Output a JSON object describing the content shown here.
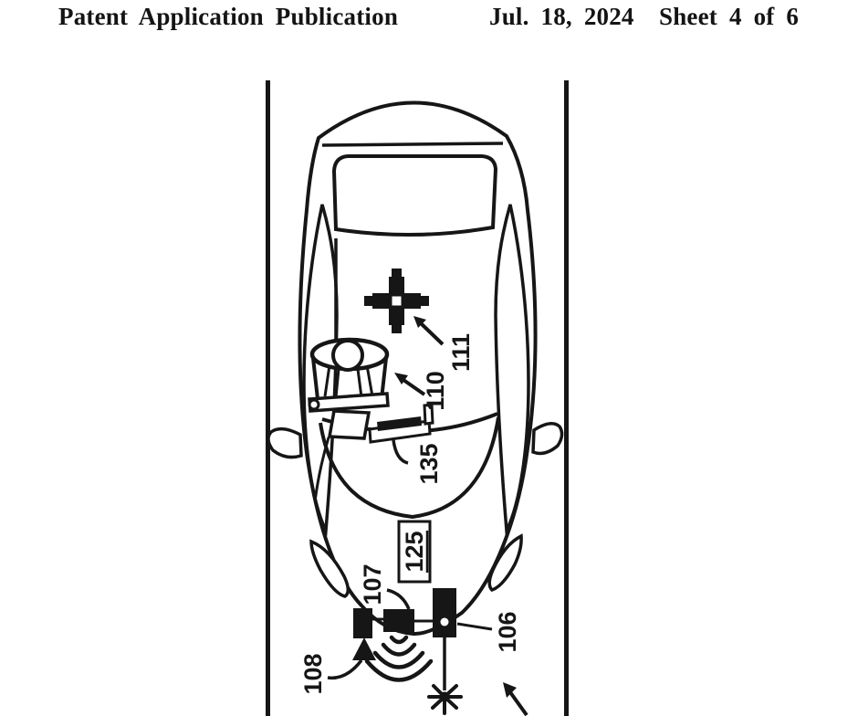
{
  "header": {
    "publication": "Patent Application Publication",
    "date": "Jul. 18, 2024",
    "sheet": "Sheet 4 of 6"
  },
  "figure": {
    "ink_color": "#161616",
    "paper_color": "#ffffff",
    "labels": {
      "interior_sensor": "111",
      "child_seat": "110",
      "dashboard_module": "135",
      "control_unit": "125",
      "front_center_sensor": "107",
      "front_corner_sensor": "108",
      "front_camera": "106"
    }
  }
}
